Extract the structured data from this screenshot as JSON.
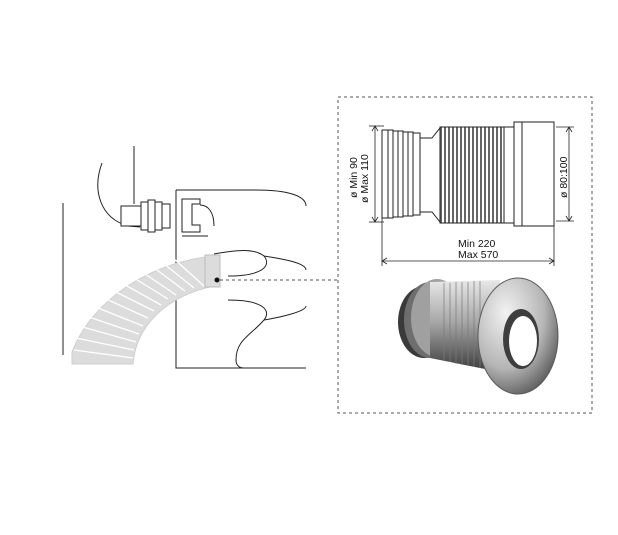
{
  "diagram": {
    "labels": {
      "diameter_left_min": "ø Min 90",
      "diameter_left_max": "ø Max 110",
      "diameter_right": "ø 80:100",
      "length_min": "Min 220",
      "length_max": "Max 570"
    },
    "colors": {
      "line": "#222222",
      "hose_fill": "#dcdcdc",
      "dashed": "#555555",
      "render_light": "#f2f2f2",
      "render_dark": "#3a3a3a"
    }
  }
}
